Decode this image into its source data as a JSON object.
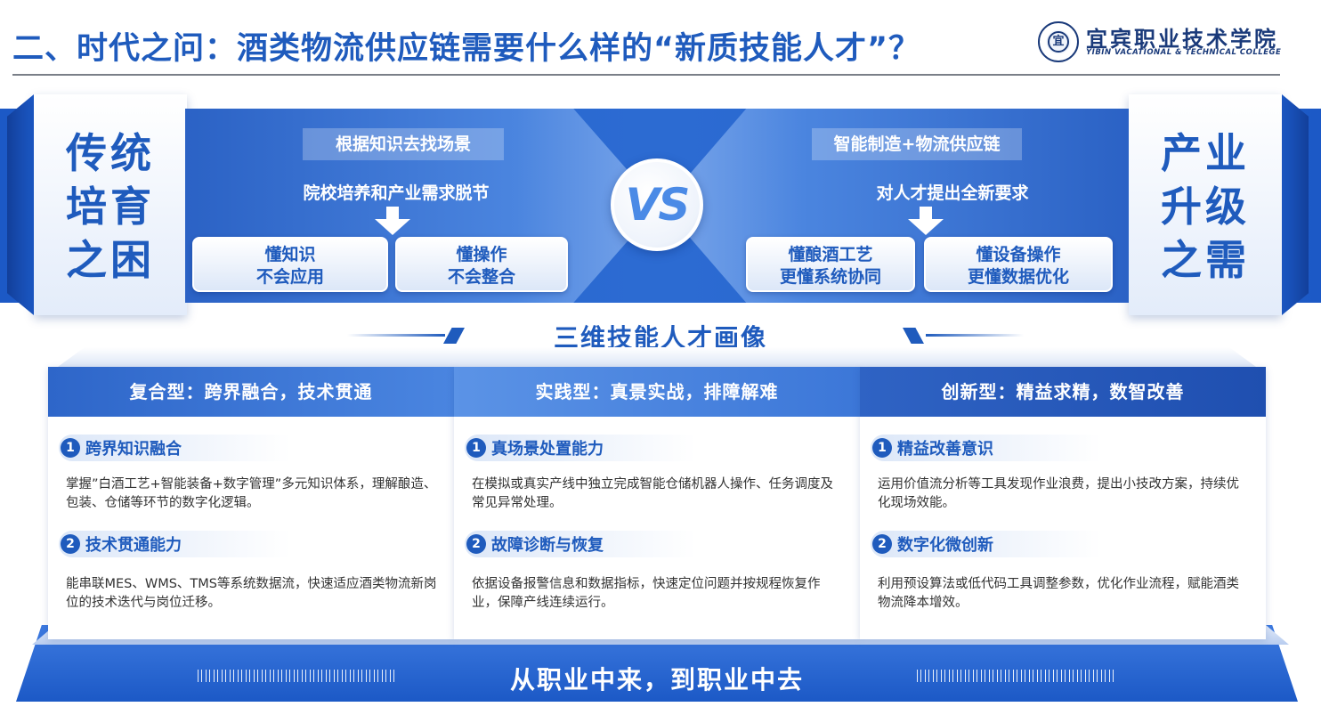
{
  "header": {
    "title": "二、时代之问：酒类物流供应链需要什么样的“新质技能人才”？",
    "logo_cn": "宜宾职业技术学院",
    "logo_en": "YIBIN VACATIONAL & TECHNICAL COLLEGE"
  },
  "vs": {
    "left_side": "传统培育之困",
    "right_side": "产业升级之需",
    "label": "VS",
    "left": {
      "tag": "根据知识去找场景",
      "sub": "院校培养和产业需求脱节",
      "pill1": [
        "懂知识",
        "不会应用"
      ],
      "pill2": [
        "懂操作",
        "不会整合"
      ]
    },
    "right": {
      "tag": "智能制造+物流供应链",
      "sub": "对人才提出全新要求",
      "pill1": [
        "懂酿酒工艺",
        "更懂系统协同"
      ],
      "pill2": [
        "懂设备操作",
        "更懂数据优化"
      ]
    }
  },
  "profile": {
    "title": "三维技能人才画像",
    "cards": [
      {
        "head": "复合型：跨界融合，技术贯通",
        "items": [
          {
            "num": "1",
            "title": "跨界知识融合",
            "desc": "掌握”白酒工艺+智能装备+数字管理”多元知识体系，理解酿造、包装、仓储等环节的数字化逻辑。"
          },
          {
            "num": "2",
            "title": "技术贯通能力",
            "desc": "能串联MES、WMS、TMS等系统数据流，快速适应酒类物流新岗位的技术迭代与岗位迁移。"
          }
        ]
      },
      {
        "head": "实践型：真景实战，排障解难",
        "items": [
          {
            "num": "1",
            "title": "真场景处置能力",
            "desc": "在模拟或真实产线中独立完成智能仓储机器人操作、任务调度及常见异常处理。"
          },
          {
            "num": "2",
            "title": "故障诊断与恢复",
            "desc": "依据设备报警信息和数据指标，快速定位问题并按规程恢复作业，保障产线连续运行。"
          }
        ]
      },
      {
        "head": "创新型：精益求精，数智改善",
        "items": [
          {
            "num": "1",
            "title": "精益改善意识",
            "desc": "运用价值流分析等工具发现作业浪费，提出小技改方案，持续优化现场效能。"
          },
          {
            "num": "2",
            "title": "数字化微创新",
            "desc": "利用预设算法或低代码工具调整参数，优化作业流程，赋能酒类物流降本增效。"
          }
        ]
      }
    ]
  },
  "footer": {
    "slogan": "从职业中来，到职业中去"
  }
}
